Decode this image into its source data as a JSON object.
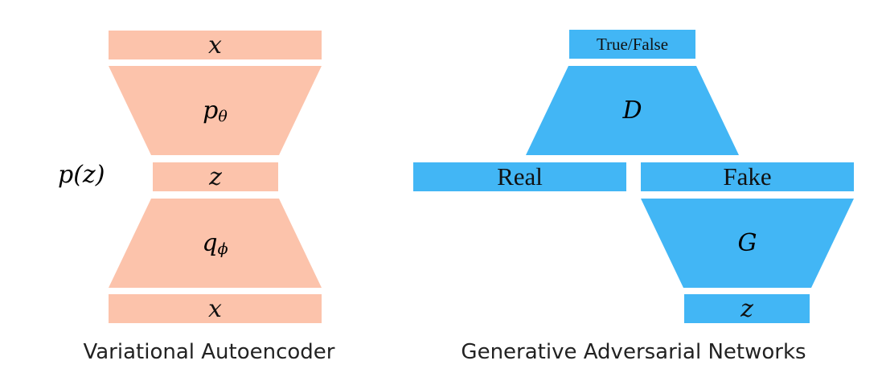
{
  "colors": {
    "vae_fill": "#fcc3ab",
    "gan_fill": "#42b6f5",
    "text": "#111111"
  },
  "vae": {
    "input_label": "x",
    "decoder_label": "p",
    "decoder_sub": "θ",
    "latent_label": "z",
    "prior_label": "p(z)",
    "encoder_label": "q",
    "encoder_sub": "ϕ",
    "output_label": "x",
    "caption": "Variational Autoencoder"
  },
  "gan": {
    "output_label": "True/False",
    "discriminator_label": "D",
    "real_label": "Real",
    "fake_label": "Fake",
    "generator_label": "G",
    "noise_label": "z",
    "caption": "Generative Adversarial Networks"
  }
}
